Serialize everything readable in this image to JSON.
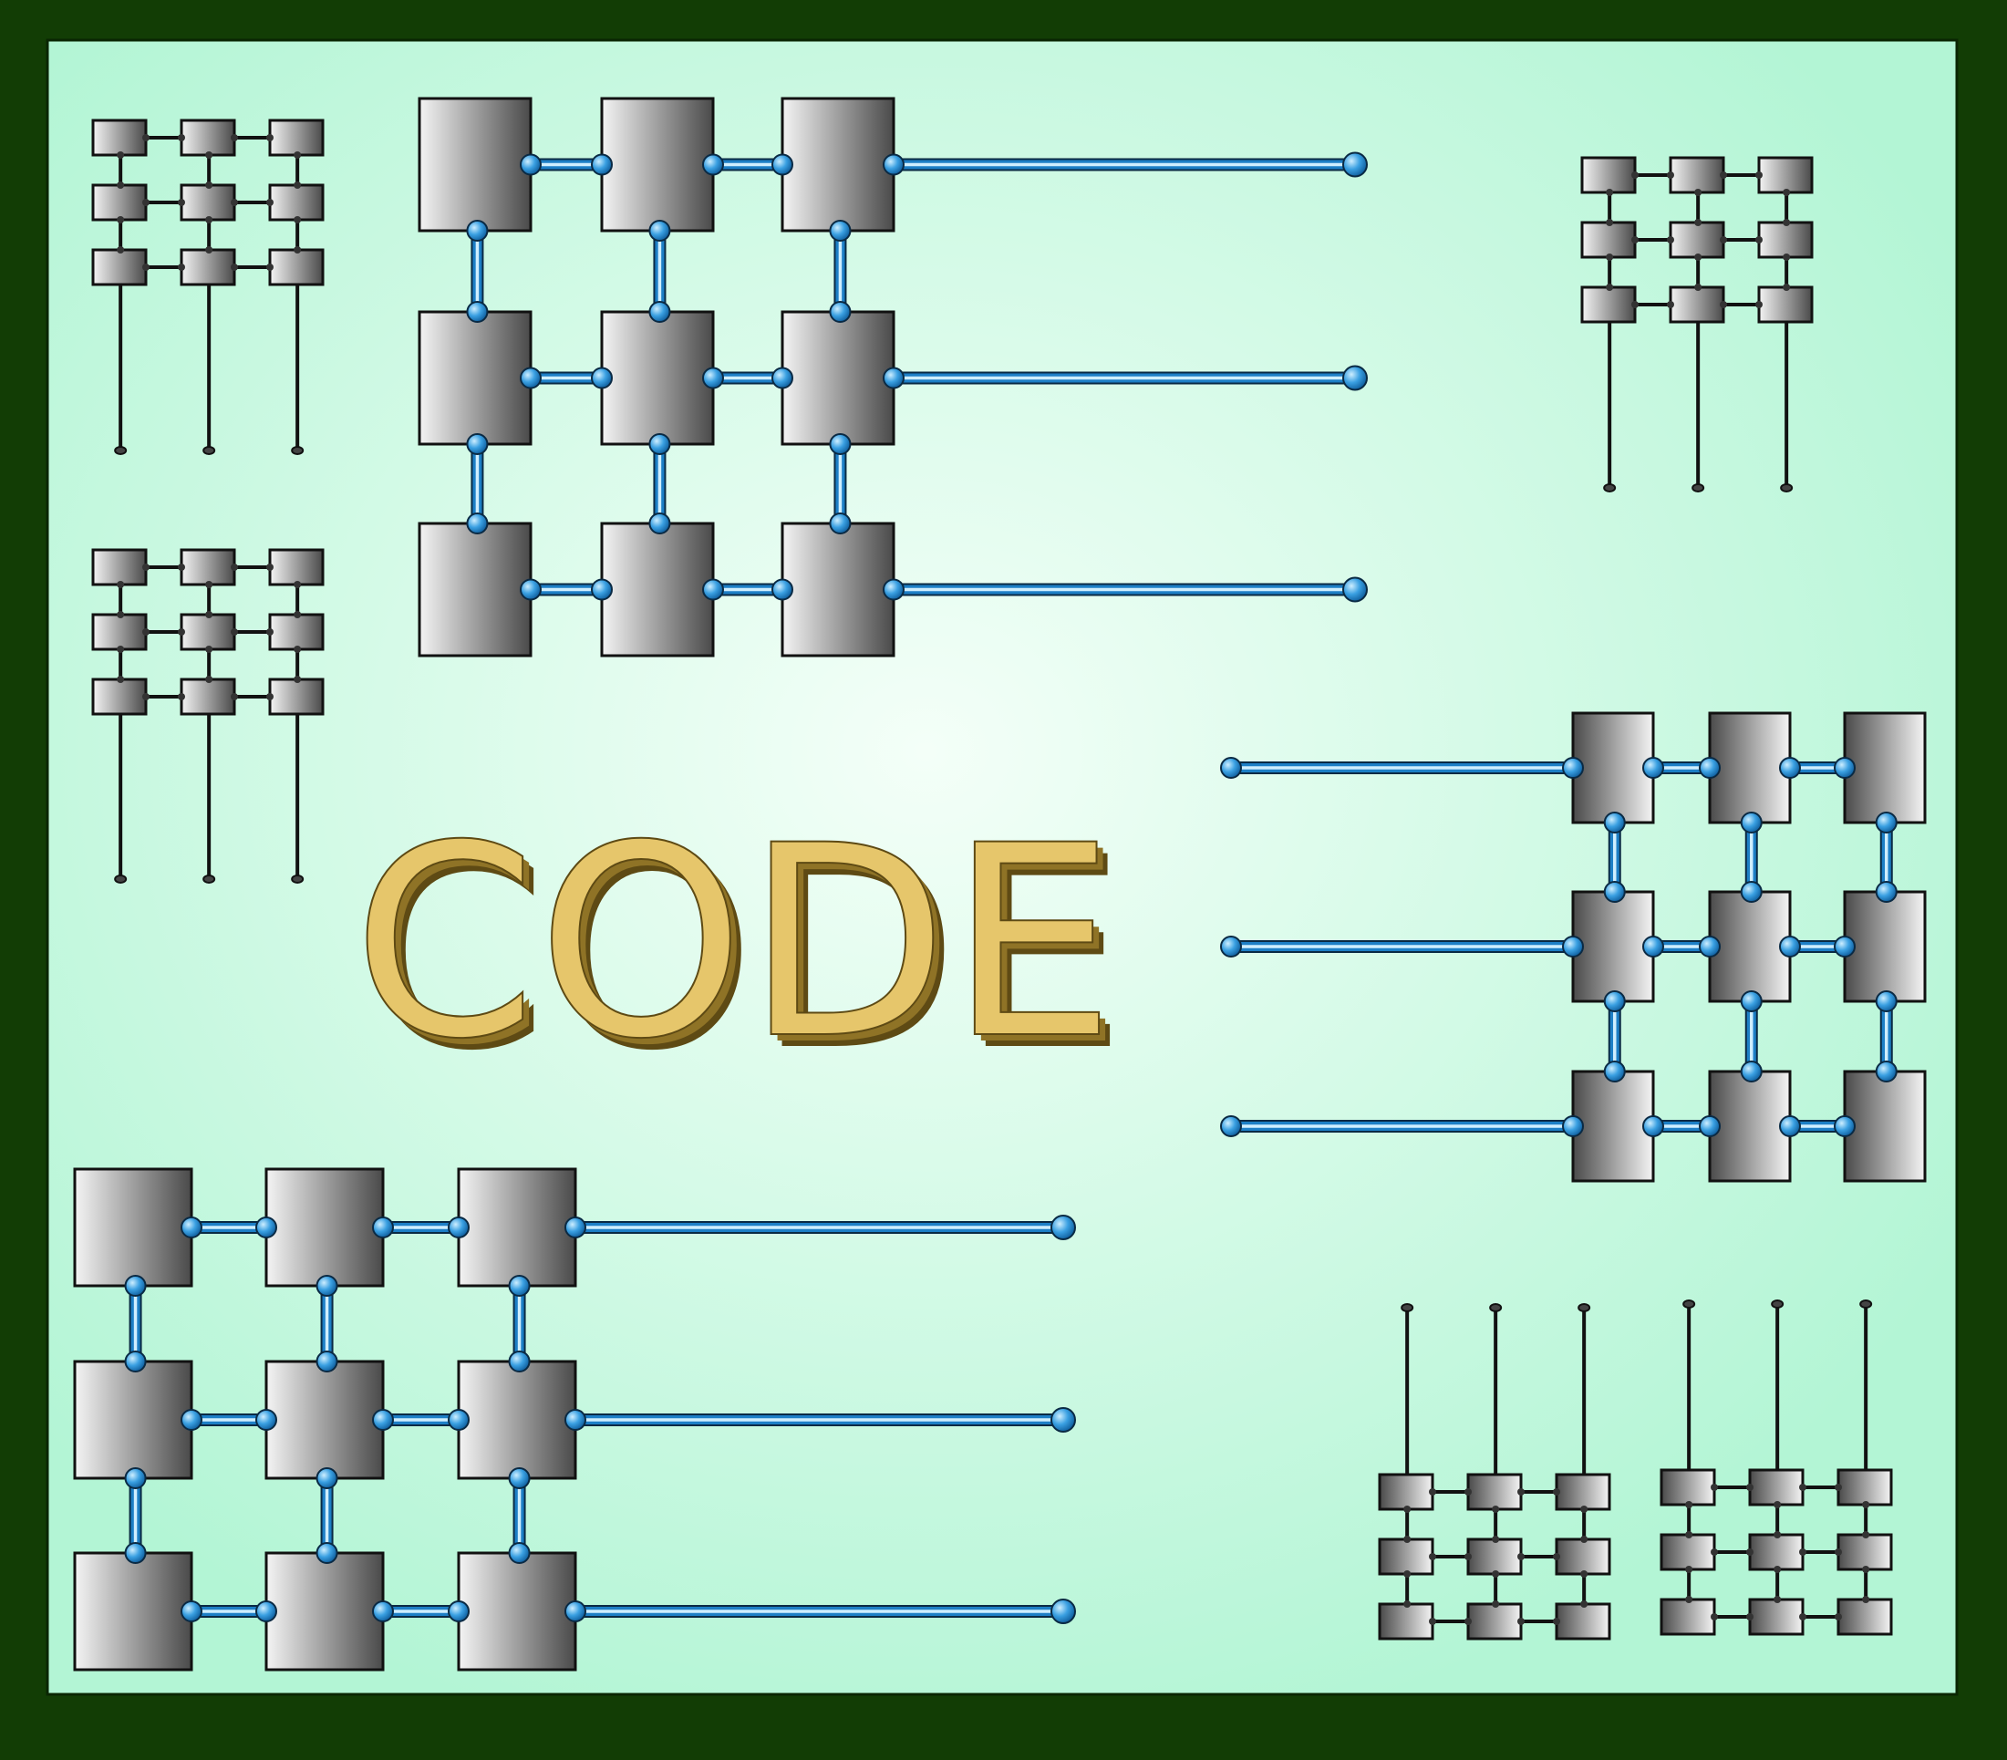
{
  "title": "CODE",
  "colors": {
    "frame": "#123d05",
    "panel_center": "#f4fff8",
    "panel_edge": "#b3f5d5",
    "chip_light": "#f4f4f4",
    "chip_dark": "#4a4a4a",
    "bus_blue": "#1d7fc6",
    "bus_highlight": "#cfeeff",
    "gold_face": "#e6c66b",
    "gold_side": "#8f7326",
    "gold_edge": "#5e4a14"
  },
  "icons": {
    "large_grid": "circuit-grid-3x3-with-bus-lines",
    "small_grid": "circuit-grid-3x3-with-pins"
  }
}
